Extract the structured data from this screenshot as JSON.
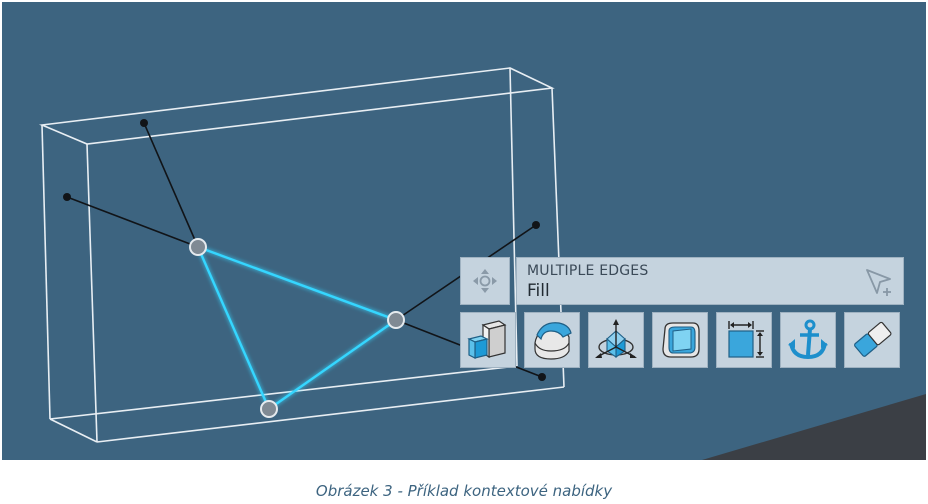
{
  "context_menu": {
    "heading": "MULTIPLE EDGES",
    "subheading": "Fill",
    "move_handle_icon": "move-arrows-icon",
    "selection_icon": "cursor-plus-icon",
    "tools": [
      {
        "id": "extrude",
        "icon": "extrude-icon"
      },
      {
        "id": "sweep",
        "icon": "sweep-icon"
      },
      {
        "id": "move-rotate",
        "icon": "move-rotate-icon"
      },
      {
        "id": "shell",
        "icon": "shell-icon"
      },
      {
        "id": "dimension",
        "icon": "dimension-icon"
      },
      {
        "id": "anchor",
        "icon": "anchor-icon"
      },
      {
        "id": "eraser",
        "icon": "eraser-icon"
      }
    ]
  },
  "colors": {
    "viewport_background": "#3d6480",
    "selected_edge": "#35d6ff",
    "panel_background": "#c5d3de",
    "caption": "#3d6480"
  },
  "caption": "Obrázek 3 - Příklad kontextové nabídky"
}
